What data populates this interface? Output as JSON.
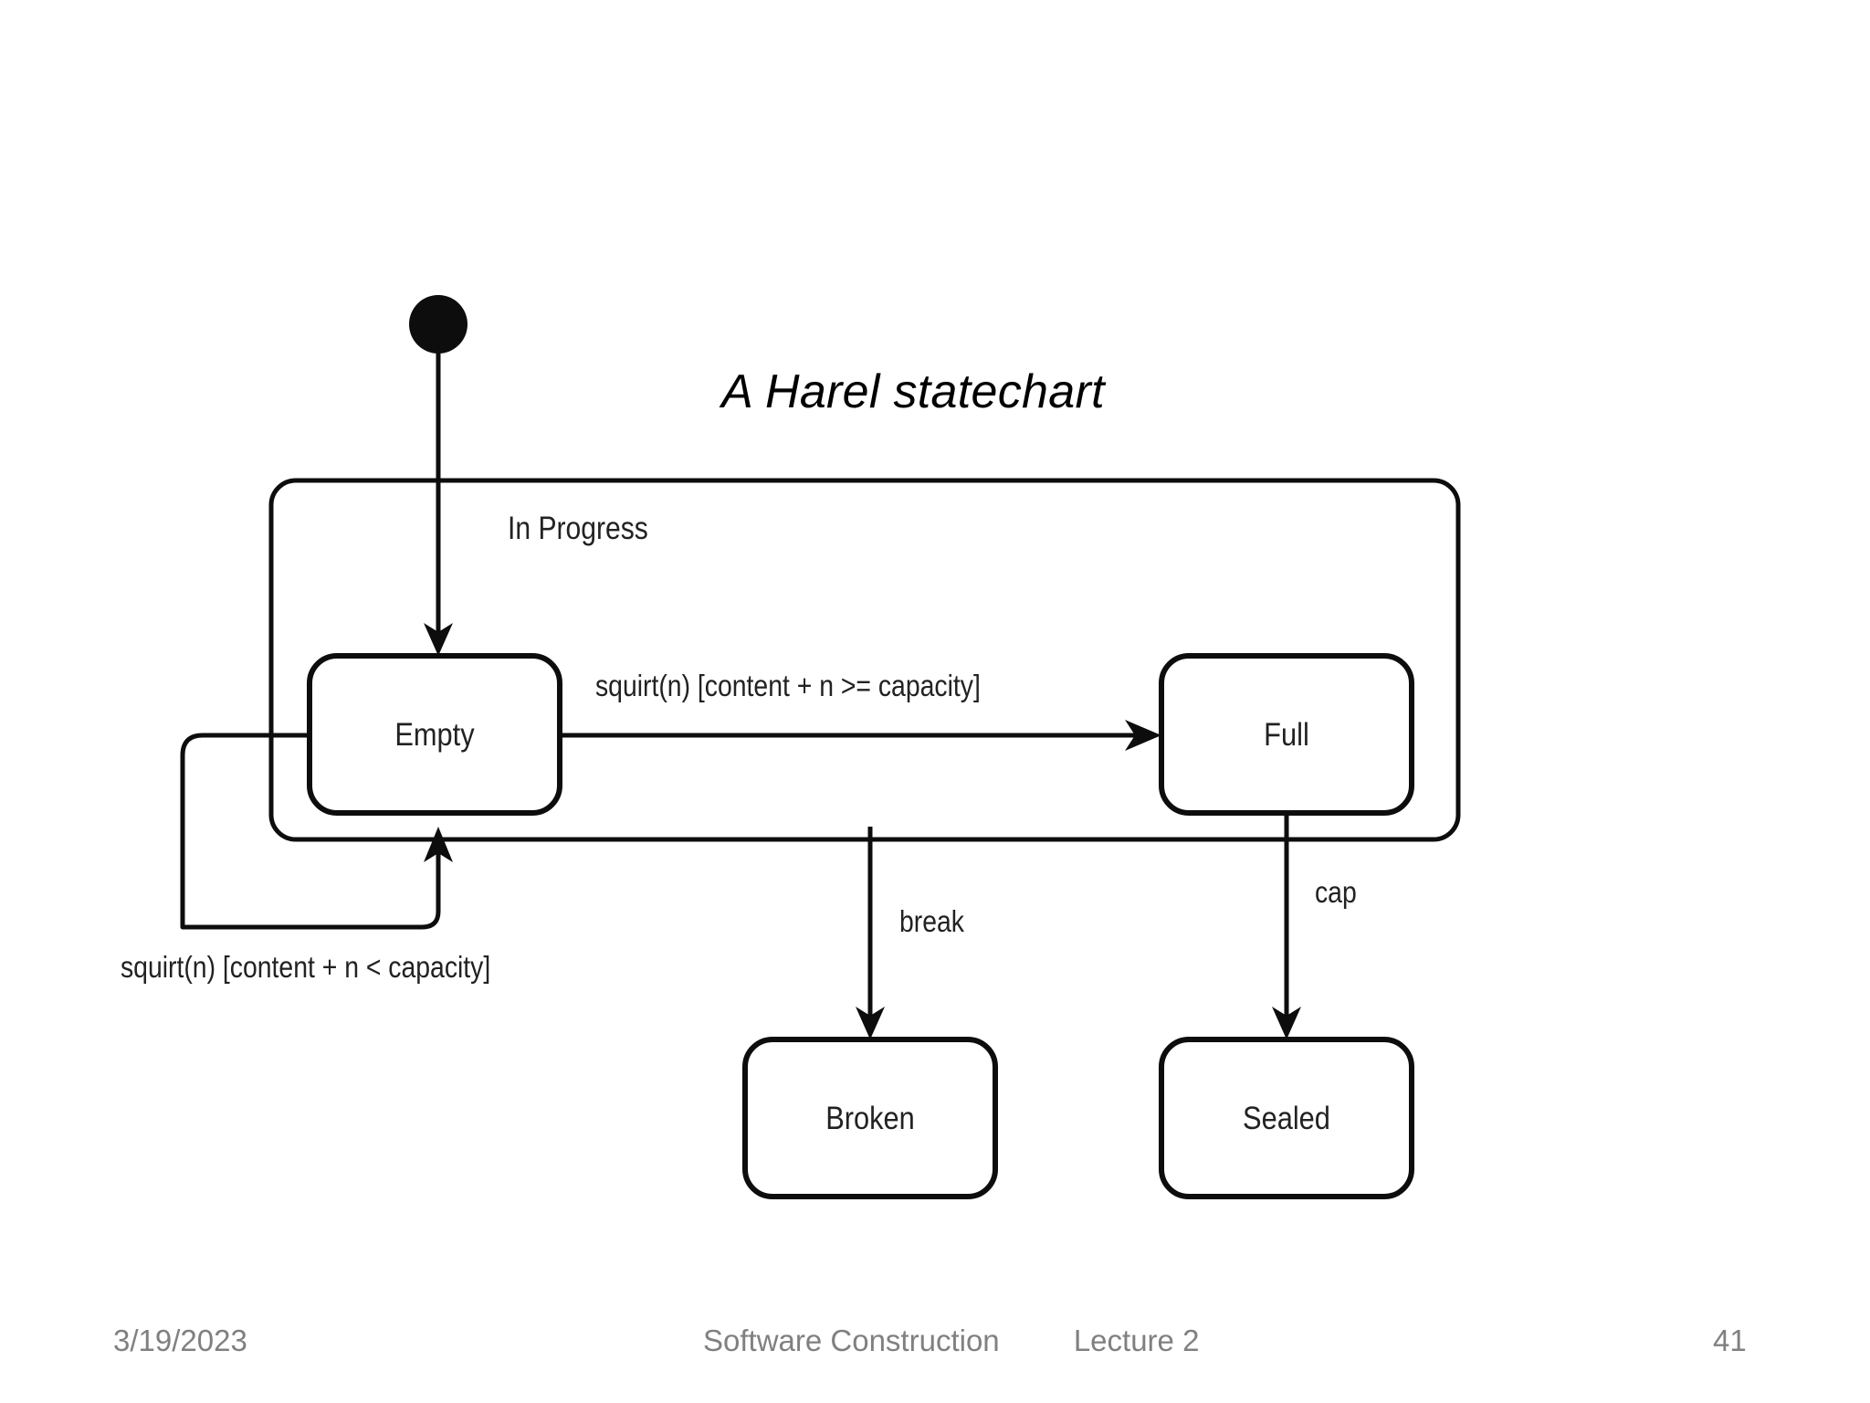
{
  "slide": {
    "title": "A Harel statechart",
    "background_color": "#ffffff",
    "ink_color": "#0d0d0d",
    "footer_color": "#808080"
  },
  "diagram": {
    "type": "statechart",
    "initial_state_marker": "filled-circle",
    "composite_state": {
      "label": "In Progress",
      "contains": [
        "Empty",
        "Full"
      ]
    },
    "states": [
      {
        "id": "empty",
        "label": "Empty"
      },
      {
        "id": "full",
        "label": "Full"
      },
      {
        "id": "broken",
        "label": "Broken"
      },
      {
        "id": "sealed",
        "label": "Sealed"
      }
    ],
    "transitions": [
      {
        "id": "init-to-empty",
        "from": "initial",
        "to": "empty",
        "label": ""
      },
      {
        "id": "empty-to-full",
        "from": "empty",
        "to": "full",
        "label": "squirt(n) [content + n >= capacity]"
      },
      {
        "id": "empty-self-loop",
        "from": "empty",
        "to": "empty",
        "label": "squirt(n) [content + n < capacity]"
      },
      {
        "id": "inprogress-to-broken",
        "from": "In Progress",
        "to": "broken",
        "label": "break"
      },
      {
        "id": "full-to-sealed",
        "from": "full",
        "to": "sealed",
        "label": "cap"
      }
    ]
  },
  "footer": {
    "date": "3/19/2023",
    "course": "Software Construction",
    "lecture": "Lecture 2",
    "page_number": "41"
  }
}
